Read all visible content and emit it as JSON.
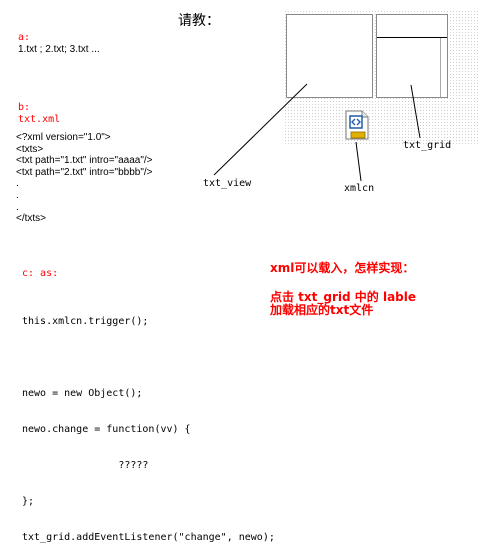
{
  "title": "请教：",
  "section_a": {
    "label": "a:",
    "text": "1.txt ; 2.txt; 3.txt ..."
  },
  "section_b": {
    "label": "b:",
    "subtitle": "txt.xml",
    "xml_lines": [
      "<?xml version=\"1.0\">",
      "<txts>",
      "<txt path=\"1.txt\" intro=\"aaaa\"/>",
      "<txt path=\"2.txt\" intro=\"bbbb\"/>",
      ".",
      ".",
      ".",
      "</txts>"
    ]
  },
  "section_c": {
    "label": "c: as:",
    "code_lines": [
      "this.xmlcn.trigger();",
      "",
      "newo = new Object();",
      "newo.change = function(vv) {",
      "                ?????",
      "};",
      "txt_grid.addEventListener(\"change\", newo);"
    ]
  },
  "notes": {
    "line1": "xml可以载入，怎样实现：",
    "line2": "点击 txt_grid 中的 lable",
    "line3": "加载相应的txt文件"
  },
  "components": {
    "txt_view": "txt_view",
    "xmlcn": "xmlcn",
    "txt_grid": "txt_grid"
  },
  "colors": {
    "accent_red": "#ff0000",
    "xml_icon_blue": "#1f5ea8",
    "xml_icon_gold": "#e0b000"
  },
  "icons": {
    "xmlcn": "xml-connector-icon"
  }
}
